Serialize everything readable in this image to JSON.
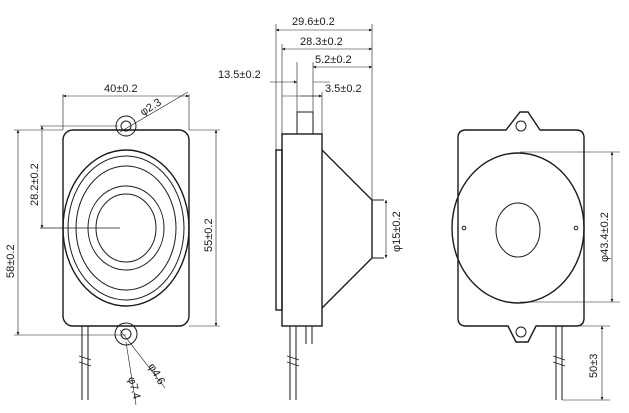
{
  "dimensions": {
    "front": {
      "width": "40±0.2",
      "height": "58±0.2",
      "inner_height": "55±0.2",
      "hole_offset": "28.2±0.2",
      "top_hole": "φ2.3",
      "lead_hole": "φ4.6",
      "lead_hole_outer": "φ7.4"
    },
    "side": {
      "overall": "29.6±0.2",
      "body_depth": "28.3±0.2",
      "terminal": "5.2±0.2",
      "flange": "13.5±0.2",
      "plate": "3.5±0.2",
      "cone_end": "φ15±0.2"
    },
    "back": {
      "diameter": "φ43.4±0.2",
      "lead_length": "50±3"
    }
  }
}
